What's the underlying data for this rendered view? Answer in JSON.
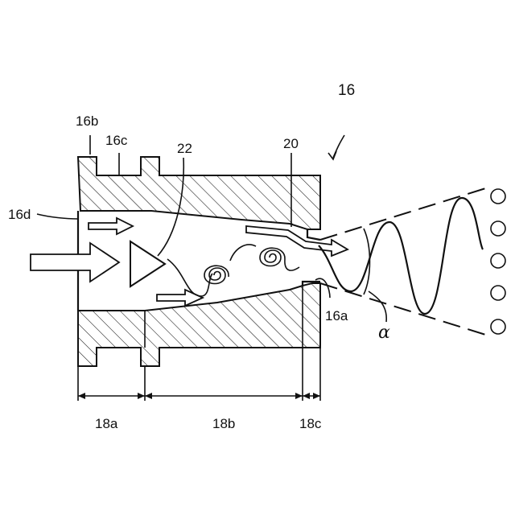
{
  "labels": {
    "nozzle": "16",
    "outer_wall": "16b",
    "groove": "16c",
    "inner_surface": "16d",
    "orifice": "16a",
    "guide": "20",
    "swirler": "22",
    "section_a": "18a",
    "section_b": "18b",
    "section_c": "18c",
    "spray_angle": "α"
  }
}
